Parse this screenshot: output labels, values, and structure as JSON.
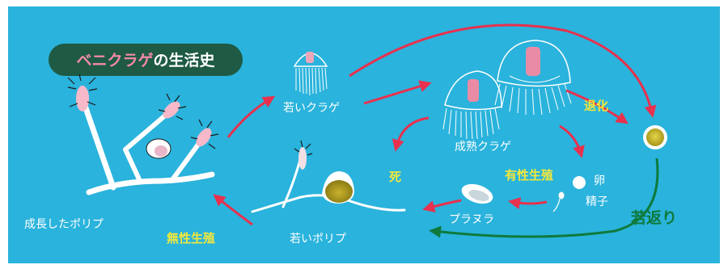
{
  "title": {
    "prefix": "ベニクラゲ",
    "suffix": "の生活史"
  },
  "labels": {
    "adult_polyp": "成長したポリプ",
    "asexual": "無性生殖",
    "young_polyp": "若いポリプ",
    "young_jelly": "若いクラゲ",
    "mature_jelly": "成熟クラゲ",
    "death": "死",
    "sexual": "有性生殖",
    "egg": "卵",
    "sperm": "精子",
    "planula": "プラヌラ",
    "regression": "退化",
    "rejuvenation": "若返り"
  },
  "colors": {
    "background": "#2ab3dc",
    "arrow_red": "#e8314e",
    "arrow_green": "#0e7a3c",
    "title_pink": "#f48aa6",
    "title_bg": "#1e5a44",
    "label_yellow": "#f3e83a",
    "cyst_yellow": "#c8b21c"
  }
}
